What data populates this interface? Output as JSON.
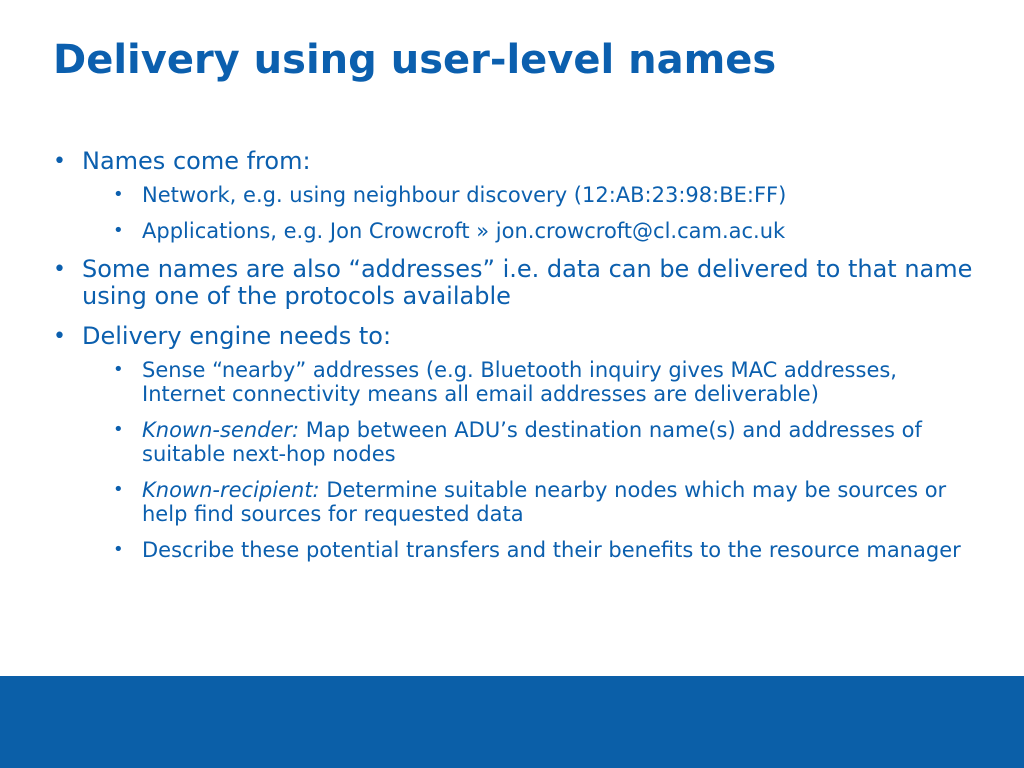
{
  "slide": {
    "title": "Delivery using user-level names",
    "bullet_glyph": "•",
    "items": [
      {
        "text": "Names come from:",
        "subitems": [
          {
            "lead": "",
            "text": "Network, e.g. using neighbour discovery (12:AB:23:98:BE:FF)"
          },
          {
            "lead": "",
            "text": "Applications, e.g. Jon Crowcroft » jon.crowcroft@cl.cam.ac.uk"
          }
        ]
      },
      {
        "text": "Some names are also “addresses” i.e. data can be delivered to that name using one of the protocols available",
        "subitems": []
      },
      {
        "text": "Delivery engine needs to:",
        "subitems": [
          {
            "lead": "",
            "text": "Sense “nearby” addresses (e.g. Bluetooth inquiry gives MAC addresses, Internet connectivity means all email addresses are deliverable)"
          },
          {
            "lead": "Known-sender:",
            "text": " Map between ADU’s destination name(s) and addresses of suitable next-hop nodes"
          },
          {
            "lead": "Known-recipient:",
            "text": " Determine suitable nearby nodes which may be sources or help find sources for requested data"
          },
          {
            "lead": "",
            "text": "Describe these potential transfers and their benefits to the resource manager"
          }
        ]
      }
    ]
  },
  "colors": {
    "text": "#0b5fae",
    "footer_bar": "#0b5fa8",
    "background": "#ffffff"
  }
}
